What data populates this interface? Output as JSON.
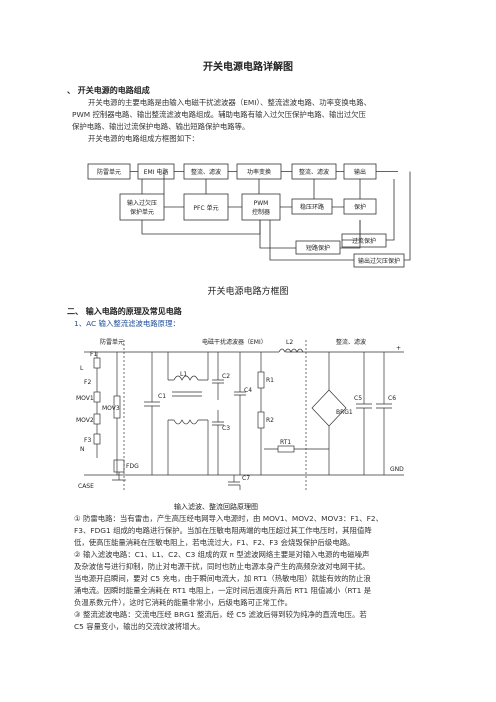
{
  "doc": {
    "title": "开关电源电路详解图",
    "sec1": "、   开关电源的电路组成",
    "p1a": "开关电源的主要电路是由输入电磁干扰滤波器（EMI）、整流滤波电路、功率变换电路、",
    "p1b": "PWM 控制器电路、输出整流滤波电路组成。辅助电路有输入过欠压保护电路、输出过欠压",
    "p1c": "保护电路、输出过流保护电路、输出短路保护电路等。",
    "p1d": "开关电源的电路组成方框图如下：",
    "block_caption": "开关电源电路方框图",
    "sec2": "二、   输入电路的原理及常见电路",
    "sec2_1a": "1、AC",
    "sec2_1b": "输入整流滤波电路原理：",
    "circuit_caption": "输入滤波、整流回路原理图",
    "n1a": "① 防雷电路：当有雷击，产生高压经电网导入电源时，由 MOV1、MOV2、MOV3：F1、F2、",
    "n1b": "F3、FDG1 组成的电路进行保护。当加在压敏电阻两端的电压超过其工作电压时，其阻值降",
    "n1c": "低，使高压能量消耗在压敏电阻上，若电流过大，F1、F2、F3 会烧毁保护后级电路。",
    "n2a": "② 输入滤波电路：C1、L1、C2、C3 组成的双 π 型滤波网络主要是对输入电源的电磁噪声",
    "n2b": "及杂波信号进行抑制，防止对电源干扰，同时也防止电源本身产生的高频杂波对电网干扰。",
    "n2c": "当电源开启瞬间，要对 C5 充电，由于瞬间电流大，加 RT1（热敏电阻）就能有效的防止浪",
    "n2d": "涌电流。因瞬时能量全消耗在 RT1 电阻上，一定时间后温度升高后 RT1 阻值减小（RT1 是",
    "n2e": "负温系数元件），这时它消耗的能量非常小，后级电路可正常工作。",
    "n3a": "③ 整流滤波电路：交流电压经 BRG1 整流后，经 C5 滤波后得到较为纯净的直流电压。若",
    "n3b": "C5 容量变小，输出的交流纹波将增大。"
  },
  "block_diagram": {
    "b_fanglei": "防雷单元",
    "b_emi": "EMI 电路",
    "b_zhengliu": "整流、滤波",
    "b_gonglv": "功率变换",
    "b_zhengliu2": "整流、滤波",
    "b_shuchu": "输出",
    "b_guoqian1": "输入过欠压",
    "b_guoqian2": "保护单元",
    "b_pfc": "PFC 单元",
    "b_pwm1": "PWM",
    "b_pwm2": "控制器",
    "b_wenya": "稳压环路",
    "b_baohu": "保护",
    "b_duanlu": "短路保护",
    "b_guoliu": "过流保护",
    "b_shuchu_gq": "输出过欠压保护"
  },
  "circuit": {
    "lbl_fanglei": "防雷单元",
    "lbl_emi": "电磁干扰滤波器（EMI）",
    "lbl_zl": "整流、滤波",
    "F1": "F1",
    "F2": "F2",
    "F3": "F3",
    "MOV1": "MOV1",
    "MOV2": "MOV2",
    "MOV3": "MOV3",
    "C1": "C1",
    "C2": "C2",
    "C3": "C3",
    "C4": "C4",
    "C5": "C5",
    "C6": "C6",
    "C7": "C7",
    "L1": "L1",
    "L2": "L2",
    "R1": "R1",
    "R2": "R2",
    "RT1": "RT1",
    "BRG1": "BRG1",
    "FDG": "FDG",
    "L": "L",
    "N": "N",
    "CASE": "CASE",
    "GND": "GND",
    "plus": "+"
  },
  "colors": {
    "text": "#222222",
    "blue": "#1f4e9a",
    "line": "#333333"
  }
}
